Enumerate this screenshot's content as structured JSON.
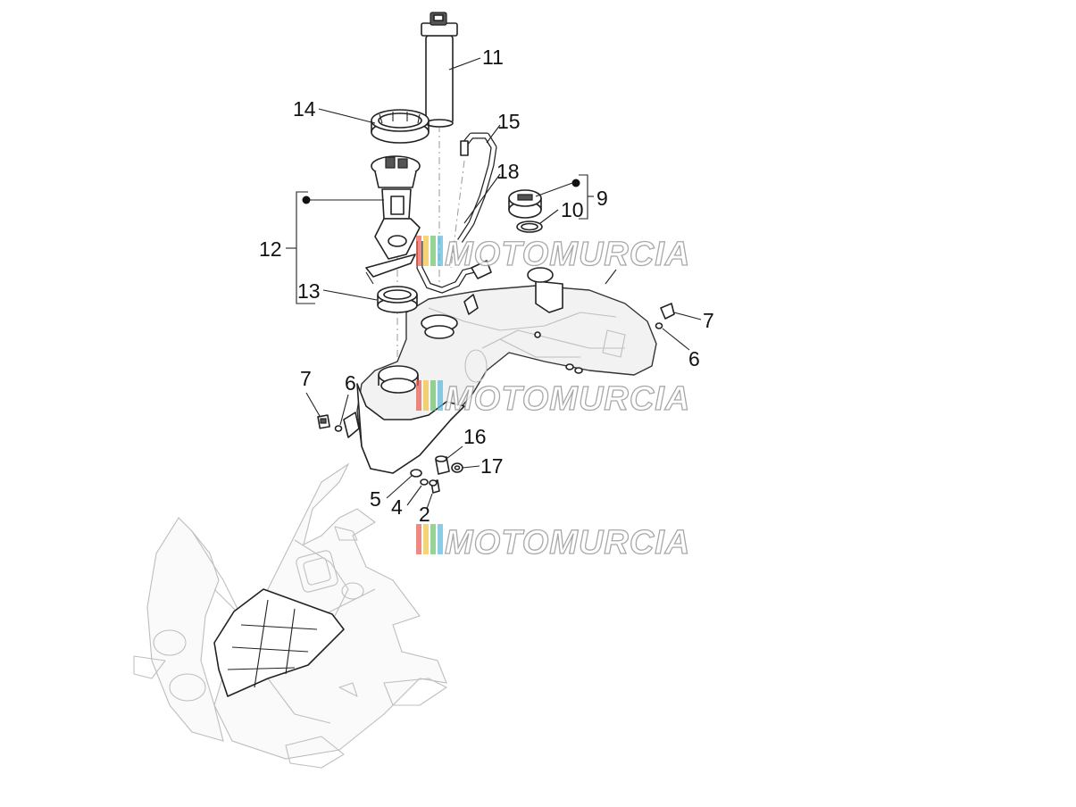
{
  "callouts": {
    "c2": "2",
    "c4": "4",
    "c5": "5",
    "c6a": "6",
    "c6b": "6",
    "c7a": "7",
    "c7b": "7",
    "c9": "9",
    "c10": "10",
    "c11": "11",
    "c12": "12",
    "c13": "13",
    "c14": "14",
    "c15": "15",
    "c16": "16",
    "c17": "17",
    "c18": "18"
  },
  "watermark": {
    "text": "MOTOMURCIA",
    "colors": [
      "#e8584d",
      "#f0c23c",
      "#6cc06a",
      "#58b6d8"
    ]
  },
  "colors": {
    "line": "#222222",
    "ghost": "#bfbfbf",
    "background": "#ffffff"
  }
}
